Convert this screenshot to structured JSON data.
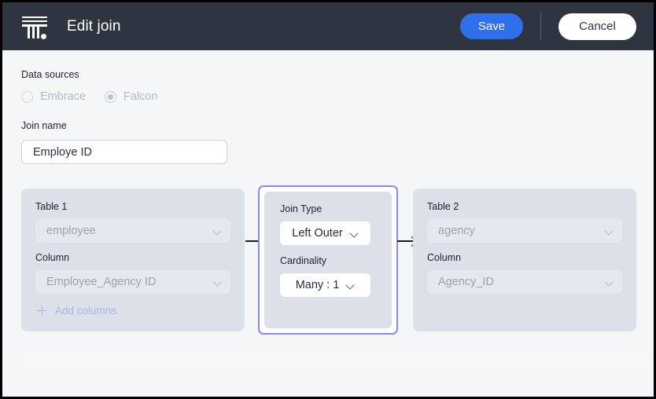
{
  "header": {
    "logo_icon": "pillar-logo-icon",
    "title": "Edit join",
    "save_label": "Save",
    "cancel_label": "Cancel",
    "accent_color": "#2f6fec",
    "background_color": "#2f3441"
  },
  "data_sources": {
    "label": "Data sources",
    "options": [
      {
        "label": "Embrace",
        "selected": false,
        "disabled": true
      },
      {
        "label": "Falcon",
        "selected": true,
        "disabled": true
      }
    ]
  },
  "join_name": {
    "label": "Join name",
    "value": "Employe ID",
    "placeholder": "Join name"
  },
  "table1": {
    "title": "Table 1",
    "table_value": "employee",
    "column_label": "Column",
    "column_value": "Employee_Agency ID",
    "add_columns_label": "Add columns",
    "add_icon": "plus-icon",
    "chevron_icon": "chevron-down-icon"
  },
  "join_config": {
    "join_type_label": "Join Type",
    "join_type_value": "Left Outer",
    "cardinality_label": "Cardinality",
    "cardinality_value": "Many : 1",
    "focus_color": "#8c8ae8",
    "chevron_icon": "chevron-down-icon"
  },
  "table2": {
    "title": "Table 2",
    "table_value": "agency",
    "column_label": "Column",
    "column_value": "Agency_ID",
    "chevron_icon": "chevron-down-icon"
  },
  "connectors": {
    "arrow_icon": "arrow-right-icon"
  }
}
